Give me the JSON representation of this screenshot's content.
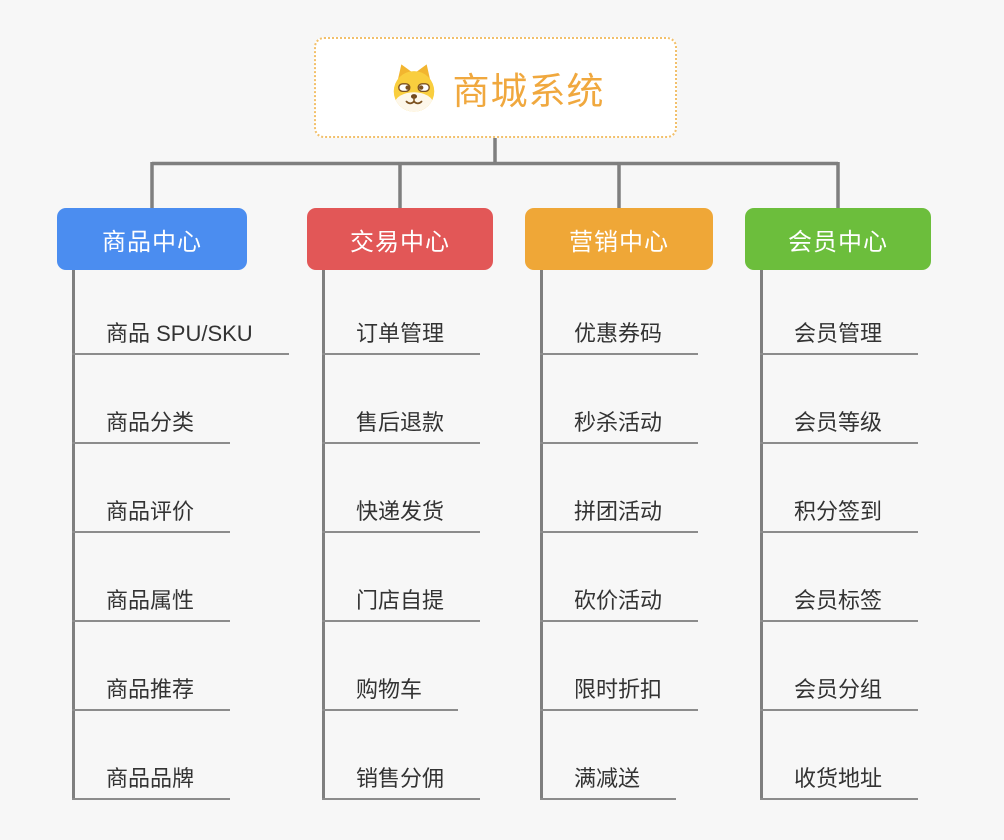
{
  "root": {
    "label": "商城系统",
    "icon": "dog-icon",
    "text_color": "#f0a83e",
    "border_color": "#f2c06b"
  },
  "branches": [
    {
      "label": "商品中心",
      "color": "#4b8df0",
      "children": [
        "商品 SPU/SKU",
        "商品分类",
        "商品评价",
        "商品属性",
        "商品推荐",
        "商品品牌"
      ]
    },
    {
      "label": "交易中心",
      "color": "#e25757",
      "children": [
        "订单管理",
        "售后退款",
        "快递发货",
        "门店自提",
        "购物车",
        "销售分佣"
      ]
    },
    {
      "label": "营销中心",
      "color": "#efa737",
      "children": [
        "优惠券码",
        "秒杀活动",
        "拼团活动",
        "砍价活动",
        "限时折扣",
        "满减送"
      ]
    },
    {
      "label": "会员中心",
      "color": "#6cbe3c",
      "children": [
        "会员管理",
        "会员等级",
        "积分签到",
        "会员标签",
        "会员分组",
        "收货地址"
      ]
    }
  ],
  "colors": {
    "background": "#f7f7f7",
    "connector": "#7f7f7f",
    "underline": "#8c8c8c"
  }
}
